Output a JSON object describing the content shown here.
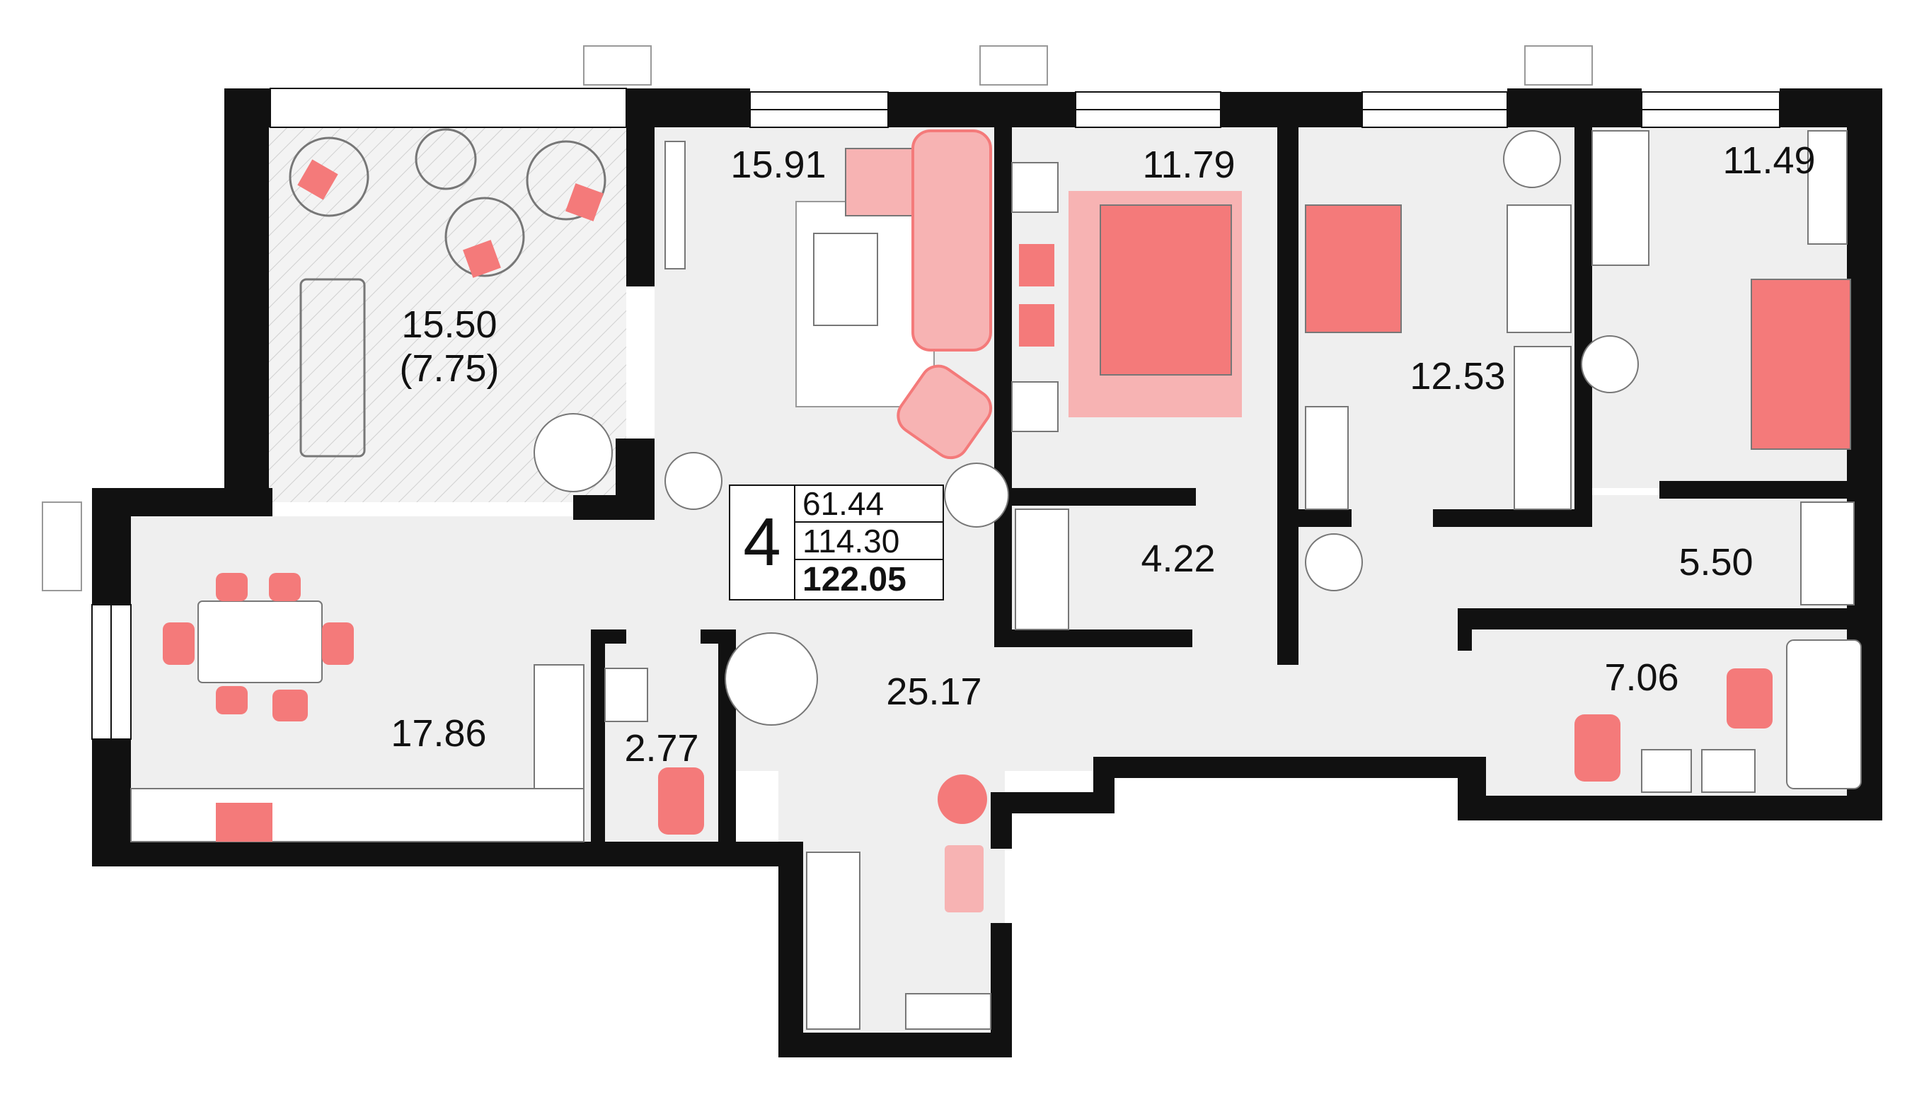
{
  "plan": {
    "rooms_count": "4",
    "area_living": "61.44",
    "area_total": "114.30",
    "area_with_balcony": "122.05",
    "rooms": [
      {
        "id": "balcony",
        "area": "15.50",
        "sub": "(7.75)"
      },
      {
        "id": "living",
        "area": "15.91"
      },
      {
        "id": "bedroom-1",
        "area": "11.79"
      },
      {
        "id": "bedroom-2",
        "area": "12.53"
      },
      {
        "id": "bedroom-3",
        "area": "11.49"
      },
      {
        "id": "storage",
        "area": "4.22"
      },
      {
        "id": "closet",
        "area": "5.50"
      },
      {
        "id": "kitchen",
        "area": "17.86"
      },
      {
        "id": "hall",
        "area": "25.17"
      },
      {
        "id": "wc",
        "area": "2.77"
      },
      {
        "id": "bathroom",
        "area": "7.06"
      }
    ]
  },
  "colors": {
    "wall": "#111111",
    "floor": "#efefef",
    "accent": "#f47a7a",
    "accent_light": "#f7b3b3",
    "line": "#777777"
  }
}
